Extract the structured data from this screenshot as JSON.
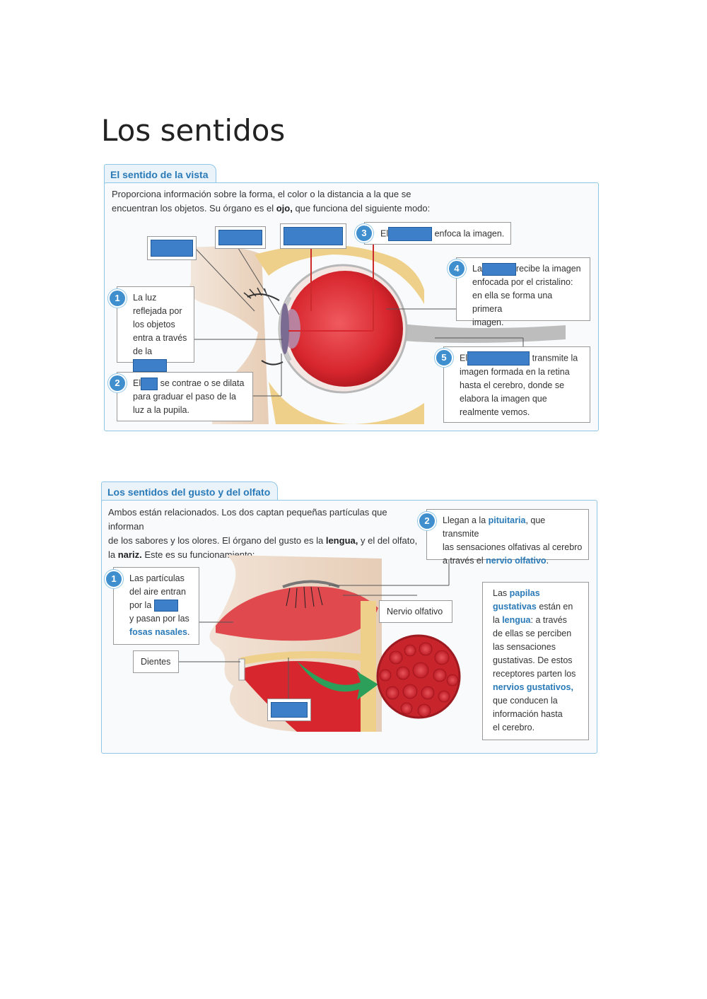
{
  "page": {
    "title": "Los sentidos"
  },
  "vision": {
    "tab": "El sentido de la vista",
    "intro_1": "Proporciona información sobre la forma, el color o la distancia a la que se",
    "intro_2a": "encuentran los objetos. Su órgano es el ",
    "intro_2b": "ojo,",
    "intro_2c": " que funciona del siguiente modo:",
    "steps": [
      {
        "num": "1",
        "lines": [
          "La luz",
          "reflejada por",
          "los objetos",
          "entra a través"
        ],
        "last": "de la"
      },
      {
        "num": "2",
        "pre": "El",
        "post": "se contrae o se dilata",
        "lines": [
          "para graduar el paso de la",
          "luz a la pupila."
        ]
      },
      {
        "num": "3",
        "pre": "El",
        "post": "enfoca la imagen."
      },
      {
        "num": "4",
        "pre": "La",
        "post": "recibe la imagen",
        "lines": [
          "enfocada por el cristalino:",
          "en ella se forma una primera",
          "imagen."
        ]
      },
      {
        "num": "5",
        "pre": "El",
        "post": "transmite la",
        "lines": [
          "imagen formada en la retina",
          "hasta el cerebro, donde se",
          "elabora la imagen que",
          "realmente vemos."
        ]
      }
    ]
  },
  "taste": {
    "tab": "Los sentidos del gusto y del olfato",
    "intro_1": "Ambos están relacionados. Los dos captan pequeñas partículas que informan",
    "intro_2a": "de los sabores y los olores. El órgano del gusto es la ",
    "intro_2b": "lengua,",
    "intro_2c": " y el del olfato,",
    "intro_3a": "la ",
    "intro_3b": "nariz.",
    "intro_3c": " Este es su funcionamiento:",
    "step1": {
      "num": "1",
      "lines": [
        "Las partículas",
        "del aire entran"
      ],
      "pre_blank": "por la",
      "line4": "y pasan por las",
      "hl": "fosas nasales",
      "tail": "."
    },
    "step2": {
      "num": "2",
      "a": "Llegan a la ",
      "hl1": "pituitaria",
      "b": ", que transmite",
      "line2": "las sensaciones olfativas al cerebro",
      "c": "a través el ",
      "hl2": "nervio olfativo",
      "d": "."
    },
    "nervio_label": "Nervio olfativo",
    "dientes_label": "Dientes",
    "papilas": {
      "l1a": "Las ",
      "l1b": "papilas",
      "l2a": "gustativas",
      "l2b": " están en",
      "l3a": "la ",
      "l3b": "lengua",
      "l3c": ": a través",
      "rest1": [
        "de ellas se perciben",
        "las sensaciones",
        "gustativas. De estos",
        "receptores parten los"
      ],
      "hl_nerv": "nervios gustativos,",
      "rest2": [
        "que conducen la",
        "información hasta",
        "el cerebro."
      ]
    }
  },
  "colors": {
    "accent": "#2a7ab8",
    "panel_border": "#8ec6e6",
    "blank": "#3d7fc8",
    "tissue_red": "#d8262e"
  }
}
